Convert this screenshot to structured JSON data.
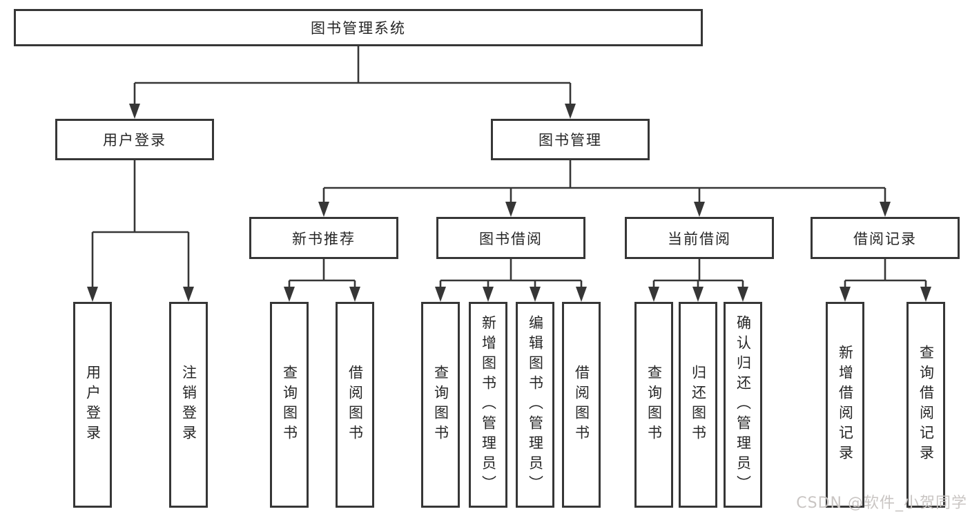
{
  "diagram_type": "tree",
  "colors": {
    "background": "#ffffff",
    "line": "#363636",
    "box_border": "#363636",
    "text": "#262626",
    "watermark": "#c9c5c3"
  },
  "tree": {
    "root": {
      "label": "图书管理系统",
      "children": [
        {
          "label": "用户登录",
          "children": [
            {
              "label": "用户登录"
            },
            {
              "label": "注销登录"
            }
          ]
        },
        {
          "label": "图书管理",
          "children": [
            {
              "label": "新书推荐",
              "children": [
                {
                  "label": "查询图书"
                },
                {
                  "label": "借阅图书"
                }
              ]
            },
            {
              "label": "图书借阅",
              "children": [
                {
                  "label": "查询图书"
                },
                {
                  "label": "新增图书（管理员）"
                },
                {
                  "label": "编辑图书（管理员）"
                },
                {
                  "label": "借阅图书"
                }
              ]
            },
            {
              "label": "当前借阅",
              "children": [
                {
                  "label": "查询图书"
                },
                {
                  "label": "归还图书"
                },
                {
                  "label": "确认归还（管理员）"
                }
              ]
            },
            {
              "label": "借阅记录",
              "children": [
                {
                  "label": "新增借阅记录"
                },
                {
                  "label": "查询借阅记录"
                }
              ]
            }
          ]
        }
      ]
    }
  },
  "watermark": {
    "text": "CSDN @软件_小贺同学"
  }
}
